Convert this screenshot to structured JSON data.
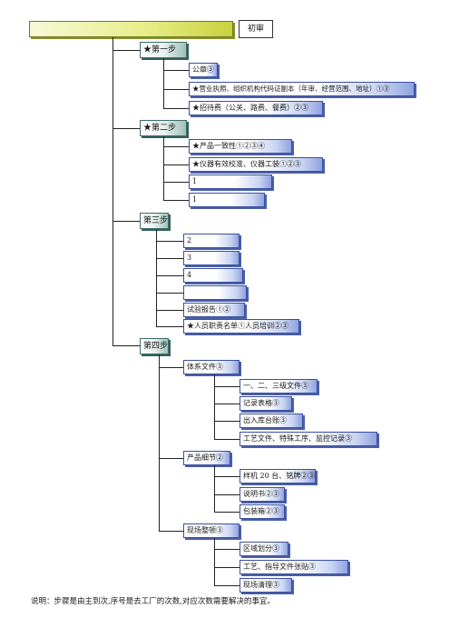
{
  "label": "初审",
  "note": "说明：步骤是由主到次,序号是去工厂的次数,对应次数需要解决的事宜。",
  "steps": [
    {
      "title": "★第一步",
      "items": [
        {
          "text": "公章③"
        },
        {
          "text": "★营业执照、组织机构代码证副本（年审、经营范围、地址）①③"
        },
        {
          "text": "★招待费（公关、路费、餐费）②③"
        }
      ]
    },
    {
      "title": "★第二步",
      "items": [
        {
          "text": "★产品一致性①②③④"
        },
        {
          "text": "★仪器有效校准、仪器工装①②③"
        },
        {
          "text": "1"
        },
        {
          "text": "1"
        }
      ]
    },
    {
      "title": "第三步",
      "items": [
        {
          "text": "2"
        },
        {
          "text": "3"
        },
        {
          "text": "4"
        },
        {
          "text": ""
        },
        {
          "text": "试验报告①②"
        },
        {
          "text": "★人员职责名单①人员培训②③"
        }
      ]
    },
    {
      "title": "第四步",
      "groups": [
        {
          "title": "体系文件③",
          "items": [
            {
              "text": "一、二、三级文件③"
            },
            {
              "text": "记录表格③"
            },
            {
              "text": "出入库台账③"
            },
            {
              "text": "工艺文件、特殊工序、监控记录③"
            }
          ]
        },
        {
          "title": "产品细节②",
          "items": [
            {
              "text": "样机 20 台、铭牌②③"
            },
            {
              "text": "说明书②③"
            },
            {
              "text": "包装箱②③"
            }
          ]
        },
        {
          "title": "现场整顿③",
          "items": [
            {
              "text": "区域划分③"
            },
            {
              "text": "工艺、指导文件张贴③"
            },
            {
              "text": "现场清理③"
            }
          ]
        }
      ]
    }
  ]
}
